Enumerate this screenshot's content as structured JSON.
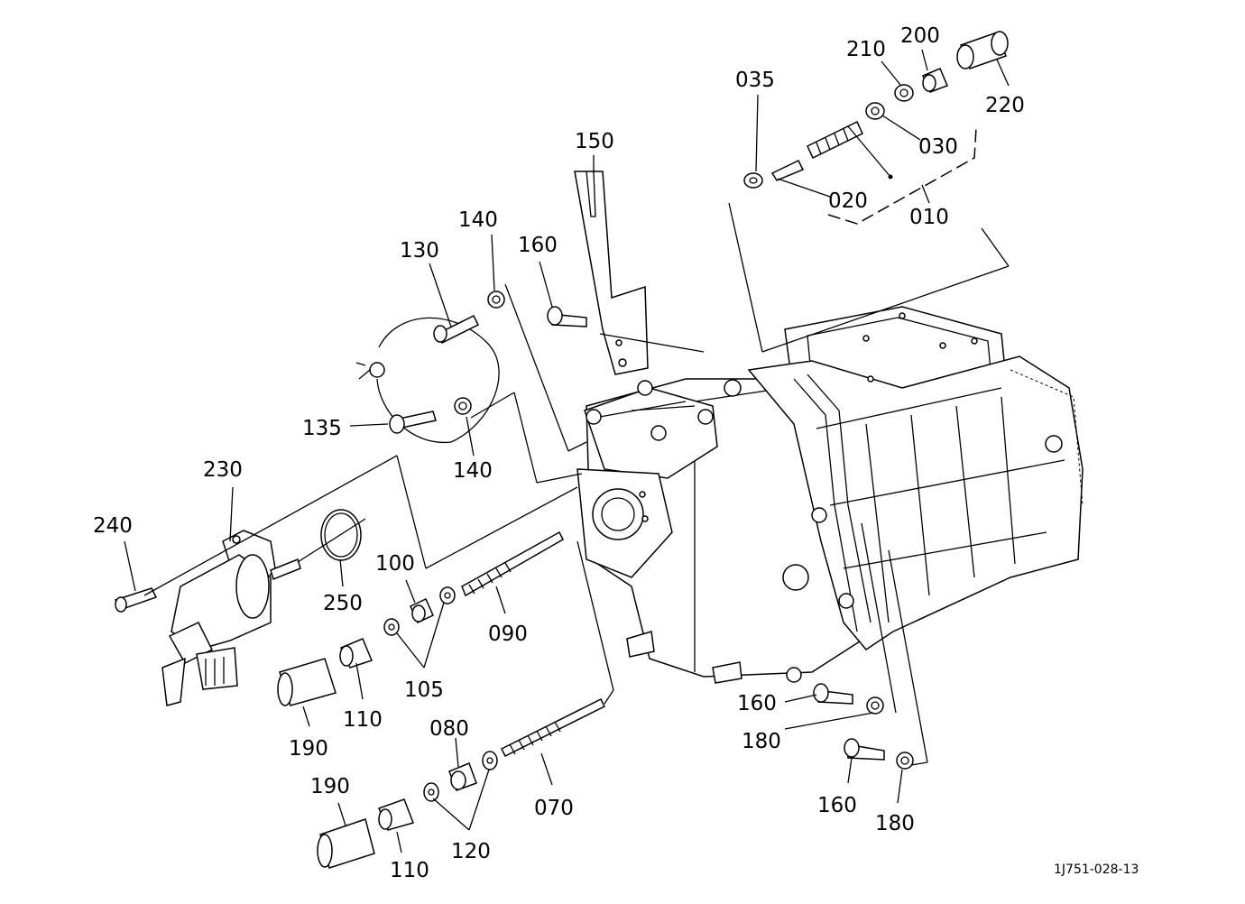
{
  "figure_code": "1J751-028-13",
  "callouts": [
    "220",
    "200",
    "210",
    "035",
    "030",
    "150",
    "020",
    "010",
    "140",
    "160",
    "130",
    "135",
    "140",
    "230",
    "240",
    "250",
    "100",
    "090",
    "105",
    "110",
    "190",
    "160",
    "180",
    "080",
    "070",
    "160",
    "180",
    "190",
    "110",
    "120"
  ]
}
